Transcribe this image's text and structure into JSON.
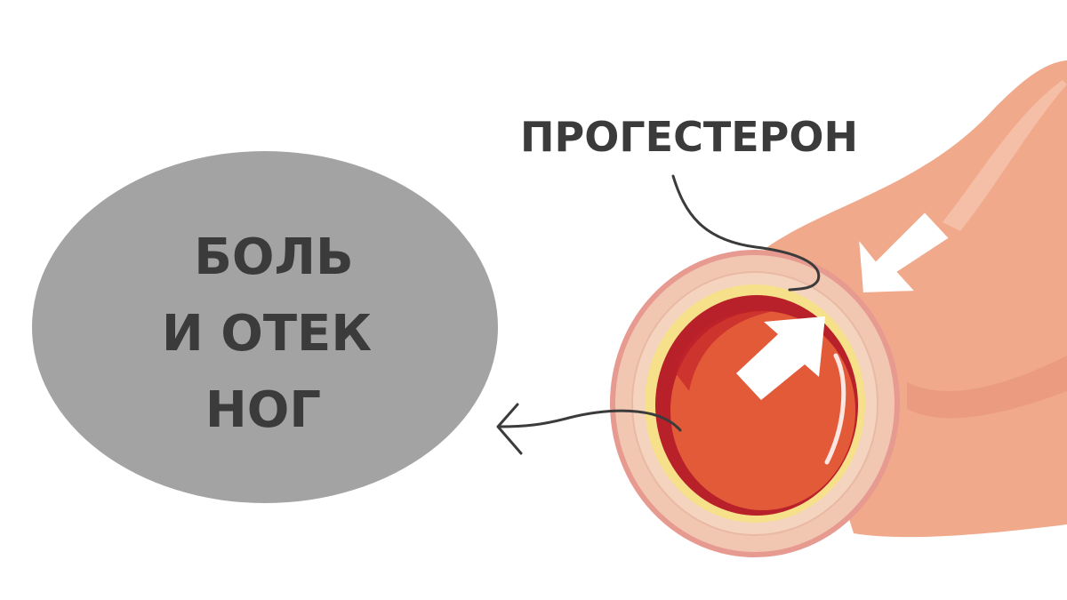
{
  "labels": {
    "hormone": "ПРОГЕСТЕРОН",
    "effect_lines": [
      "БОЛЬ",
      "И ОТЕК",
      "НОГ"
    ]
  },
  "colors": {
    "background": "#ffffff",
    "effect_bubble": "#a3a3a3",
    "text": "#3b3b3b",
    "vessel_outer": "#f0a98a",
    "vessel_wall": "#f2c7b2",
    "vessel_inner_layer": "#f6e08a",
    "vessel_lumen": "#e35a38",
    "arrows": "#ffffff"
  },
  "icons": {
    "vessel": "blood-vessel-cross-section",
    "pressure_arrows": "white-arrow-icon",
    "pointer": "curved-pointer-arrow-icon"
  }
}
